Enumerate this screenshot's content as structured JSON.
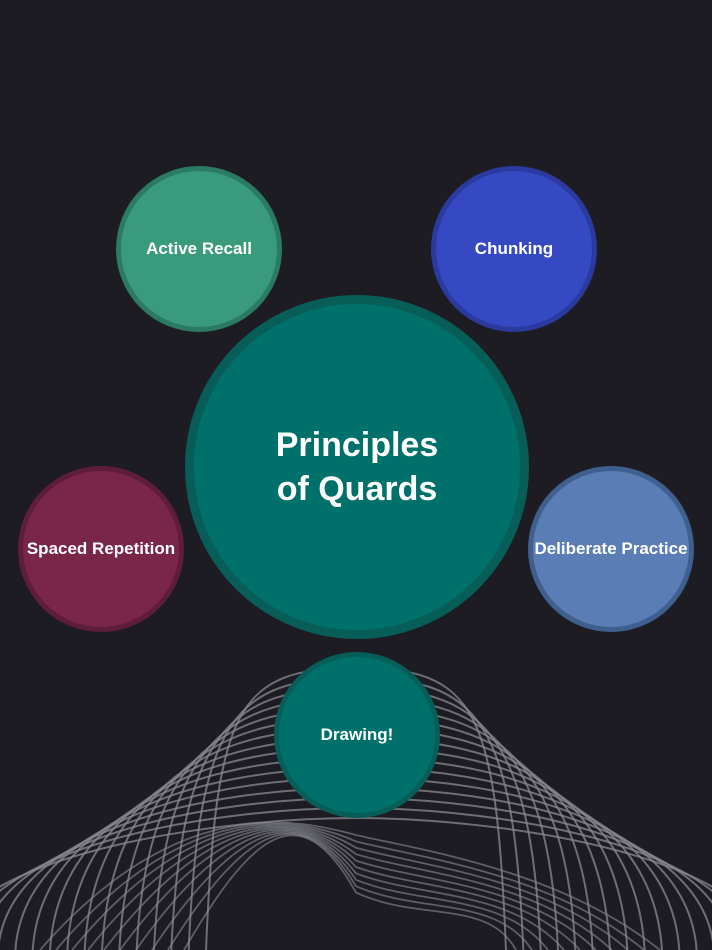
{
  "diagram": {
    "center": {
      "label": "Principles of Quards",
      "color": "#00716a"
    },
    "satellites": [
      {
        "label": "Active Recall",
        "color": "#3a9a7c"
      },
      {
        "label": "Chunking",
        "color": "#3549c2"
      },
      {
        "label": "Spaced Repetition",
        "color": "#7a2649"
      },
      {
        "label": "Deliberate Practice",
        "color": "#5a7db5"
      },
      {
        "label": "Drawing!",
        "color": "#00716a"
      }
    ]
  },
  "colors": {
    "background": "#1c1c22",
    "lines": "#8a8a92"
  }
}
